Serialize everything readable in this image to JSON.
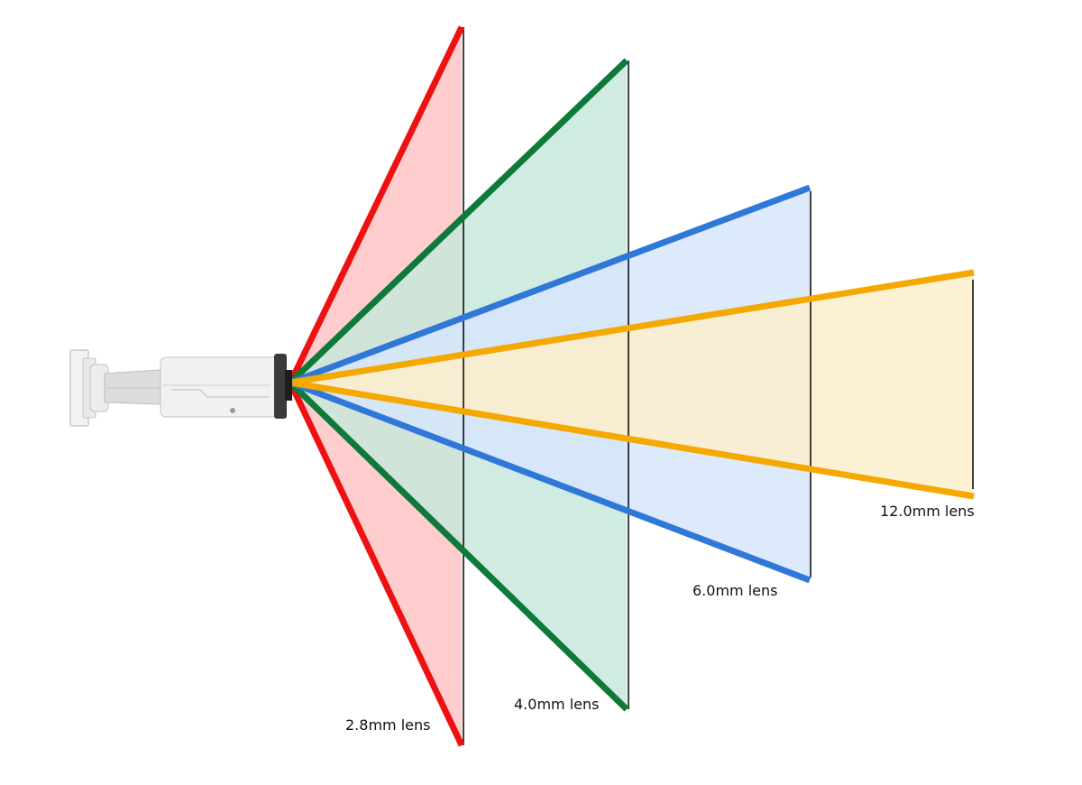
{
  "lenses": [
    {
      "id": "lens-2-8",
      "label": "2.8mm lens",
      "stroke": "#ee1111",
      "fill": "#ffc4c6"
    },
    {
      "id": "lens-4-0",
      "label": "4.0mm lens",
      "stroke": "#0d7a3a",
      "fill": "#c8e8dc"
    },
    {
      "id": "lens-6-0",
      "label": "6.0mm lens",
      "stroke": "#2f78d8",
      "fill": "#d6e6fb"
    },
    {
      "id": "lens-12-0",
      "label": "12.0mm lens",
      "stroke": "#f5a800",
      "fill": "#fdeecb"
    }
  ],
  "camera": {
    "icon": "bullet-camera-icon"
  }
}
